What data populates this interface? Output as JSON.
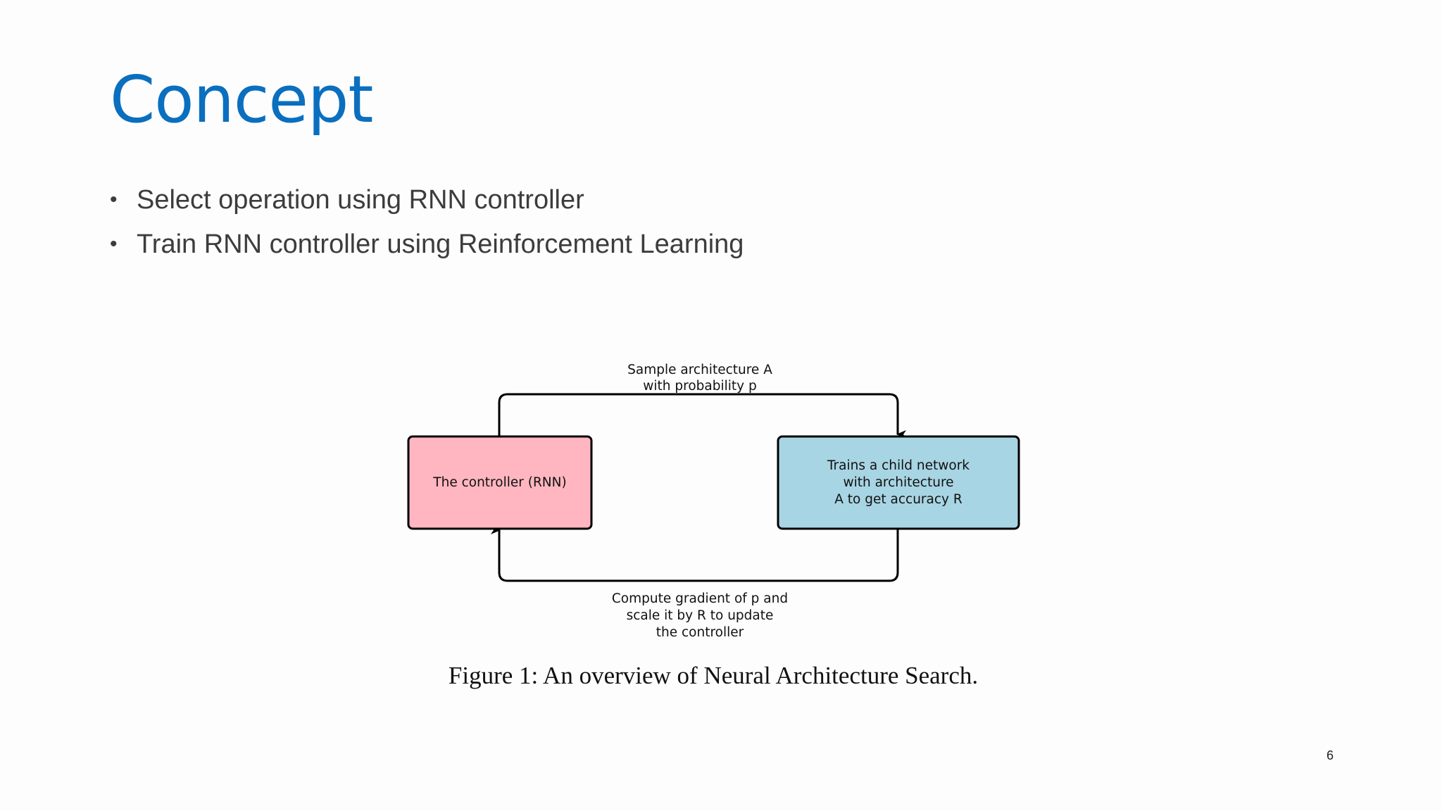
{
  "slide": {
    "title": "Concept",
    "bullets": [
      "Select operation using RNN controller",
      "Train RNN controller using Reinforcement Learning"
    ],
    "page_number": "6"
  },
  "figure": {
    "controller_box": "The controller (RNN)",
    "child_box": [
      "Trains a child network",
      "with architecture",
      "A to get accuracy R"
    ],
    "top_label": [
      "Sample architecture A",
      "with probability p"
    ],
    "bottom_label": [
      "Compute gradient of p and",
      "scale it by R to update",
      "the controller"
    ],
    "caption": "Figure 1:  An overview of Neural Architecture Search.",
    "colors": {
      "controller": "#ffb6c1",
      "child": "#a8d5e3",
      "title": "#0a6fbf"
    }
  }
}
